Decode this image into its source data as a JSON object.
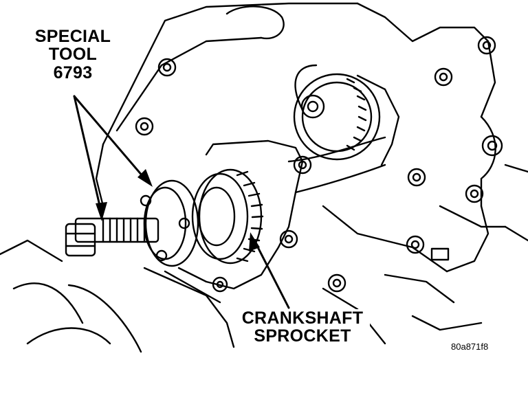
{
  "labels": {
    "special_tool": "SPECIAL",
    "special_tool_line2": "TOOL",
    "special_tool_number": "6793",
    "crankshaft": "CRANKSHAFT",
    "sprocket": "SPROCKET",
    "figure_code": "80a871f8"
  },
  "colors": {
    "ink": "#000000",
    "paper": "#ffffff"
  }
}
